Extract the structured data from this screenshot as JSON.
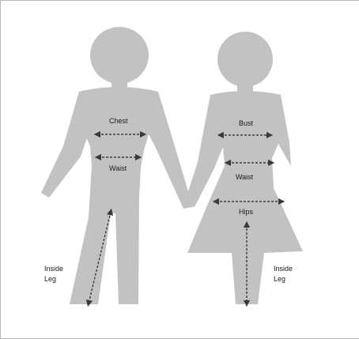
{
  "labels": {
    "male_chest": "Chest",
    "male_waist": "Waist",
    "male_inside_leg_1": "Inside",
    "male_inside_leg_2": "Leg",
    "female_bust": "Bust",
    "female_waist": "Waist",
    "female_hips": "Hips",
    "female_inside_leg_1": "Inside",
    "female_inside_leg_2": "Leg"
  },
  "colors": {
    "figure": "#c2c2c2",
    "arrow": "#3a3a3a",
    "text": "#1a1a1a"
  }
}
